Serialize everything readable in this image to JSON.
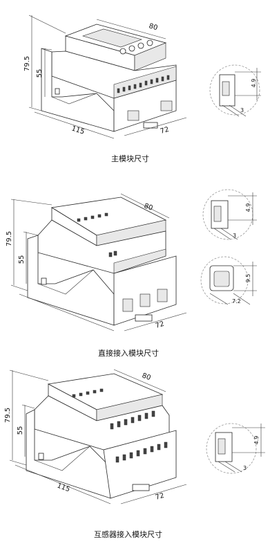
{
  "modules": [
    {
      "caption": "主模块尺寸",
      "dims": {
        "height_total": "79.5",
        "height_step": "55",
        "length": "115",
        "depth": "80",
        "width": "72"
      },
      "detail": {
        "w": "3",
        "h": "4.9"
      }
    },
    {
      "caption": "直接接入模块尺寸",
      "dims": {
        "height_total": "79.5",
        "height_step": "55",
        "depth": "80",
        "width": "72"
      },
      "detail": {
        "w": "3",
        "h": "4.9"
      },
      "detail2": {
        "w": "7.2",
        "h": "9.5"
      }
    },
    {
      "caption": "互感器接入模块尺寸",
      "dims": {
        "height_total": "79.5",
        "height_step": "55",
        "length": "115",
        "depth": "80",
        "width": "72"
      },
      "detail": {
        "w": "3",
        "h": "4.9"
      }
    }
  ]
}
